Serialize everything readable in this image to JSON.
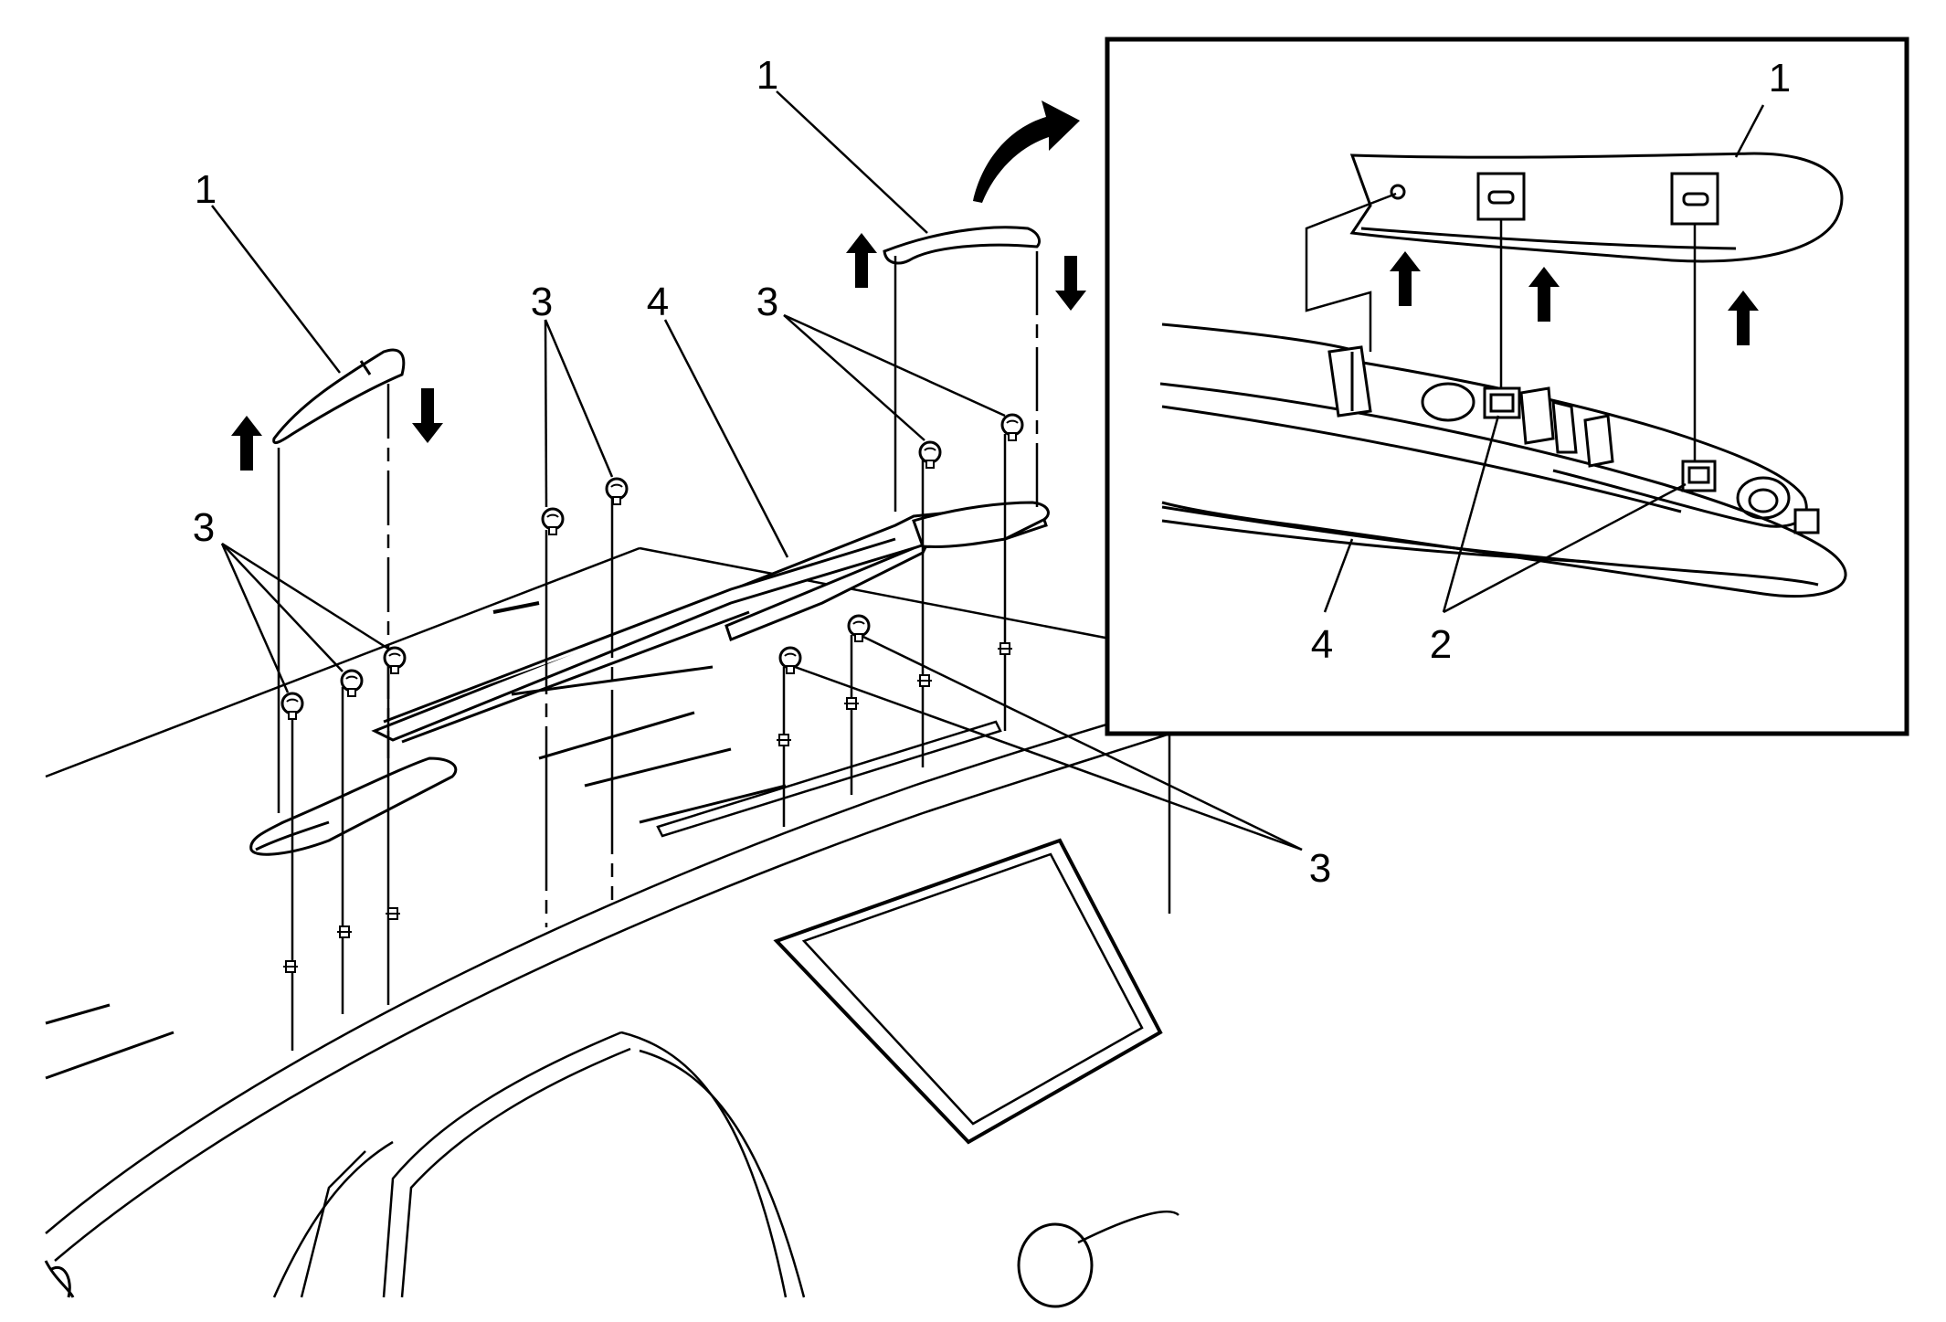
{
  "diagram": {
    "main_view": {
      "callouts": {
        "left_endcap": "1",
        "right_endcap": "1",
        "left_bolts": "3",
        "center_bolts": "3",
        "rail": "4",
        "right_bolts": "3",
        "lower_bolts": "3"
      }
    },
    "detail_view": {
      "callouts": {
        "endcap": "1",
        "clips": "2",
        "rail": "4"
      }
    }
  }
}
